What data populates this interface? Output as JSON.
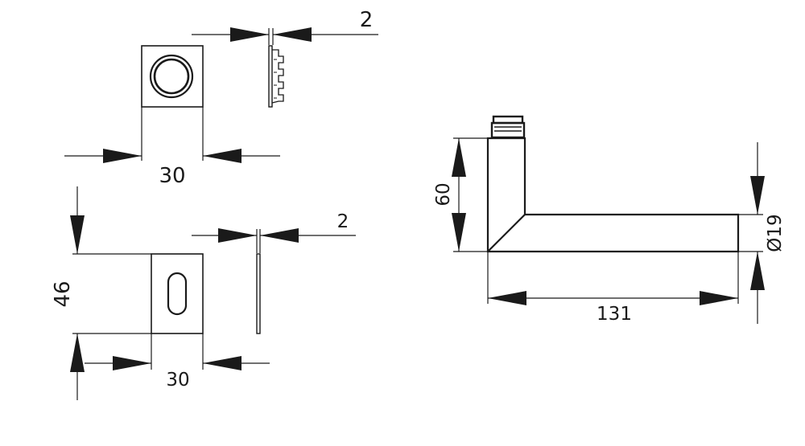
{
  "dimensions": {
    "rose_width": "30",
    "rose_thickness": "2",
    "escutcheon_height": "46",
    "escutcheon_width": "30",
    "escutcheon_thickness": "2",
    "lever_height": "60",
    "lever_length": "131",
    "lever_diameter": "Ø19"
  },
  "colors": {
    "line": "#1a1a1a",
    "background": "#ffffff"
  }
}
